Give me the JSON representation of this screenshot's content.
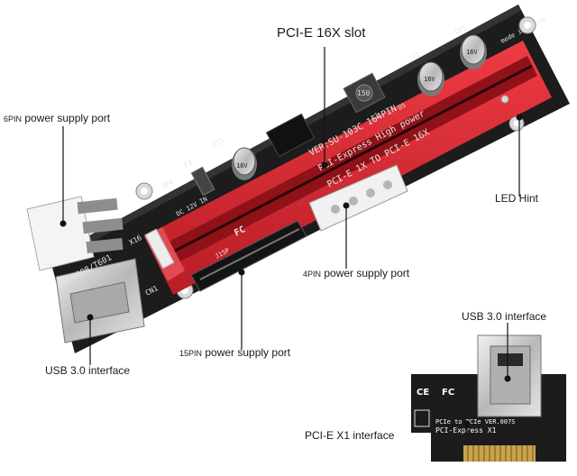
{
  "labels": {
    "pcie16x_slot": "PCI-E 16X slot",
    "power_6pin_prefix": "6PIN",
    "power_6pin_suffix": " power supply port",
    "led_hint": "LED Hint",
    "power_4pin_prefix": "4PIN",
    "power_4pin_suffix": " power supply port",
    "power_15pin_prefix": "15PIN",
    "power_15pin_suffix": " power supply port",
    "usb30_left": "USB 3.0 interface",
    "usb30_right": "USB 3.0 interface",
    "pcie_x1": "PCI-E X1 interface"
  },
  "board_text": {
    "model_line1": "PCI-E 1X TO PCI-E 16X",
    "model_line2": "PCI-Express High power",
    "model_line3": "VER:SU-103C 164PIN",
    "mode_text": "mode in china",
    "sn": "SN:0008/T601",
    "jp": "JP4",
    "dc12v": "DC 12V IN",
    "cn1": "CN1",
    "ce1": "CE1",
    "ce2": "CE2",
    "ce3": "CE3",
    "f1": "F1",
    "l1": "L1",
    "d5": "D5",
    "j15p": "J15P",
    "x16": "X16",
    "cap_value": "16V",
    "inductor_value": "150",
    "fc": "FC",
    "ce": "CE",
    "small_line1": "PCIe to PCIe VER.007S",
    "small_line2": "PCI-Express X1"
  },
  "colors": {
    "pcb": "#1c1c1c",
    "slot_red": "#d8262f",
    "gold": "#c7a44a",
    "silver": "#c9c9c9",
    "background": "#ffffff"
  }
}
